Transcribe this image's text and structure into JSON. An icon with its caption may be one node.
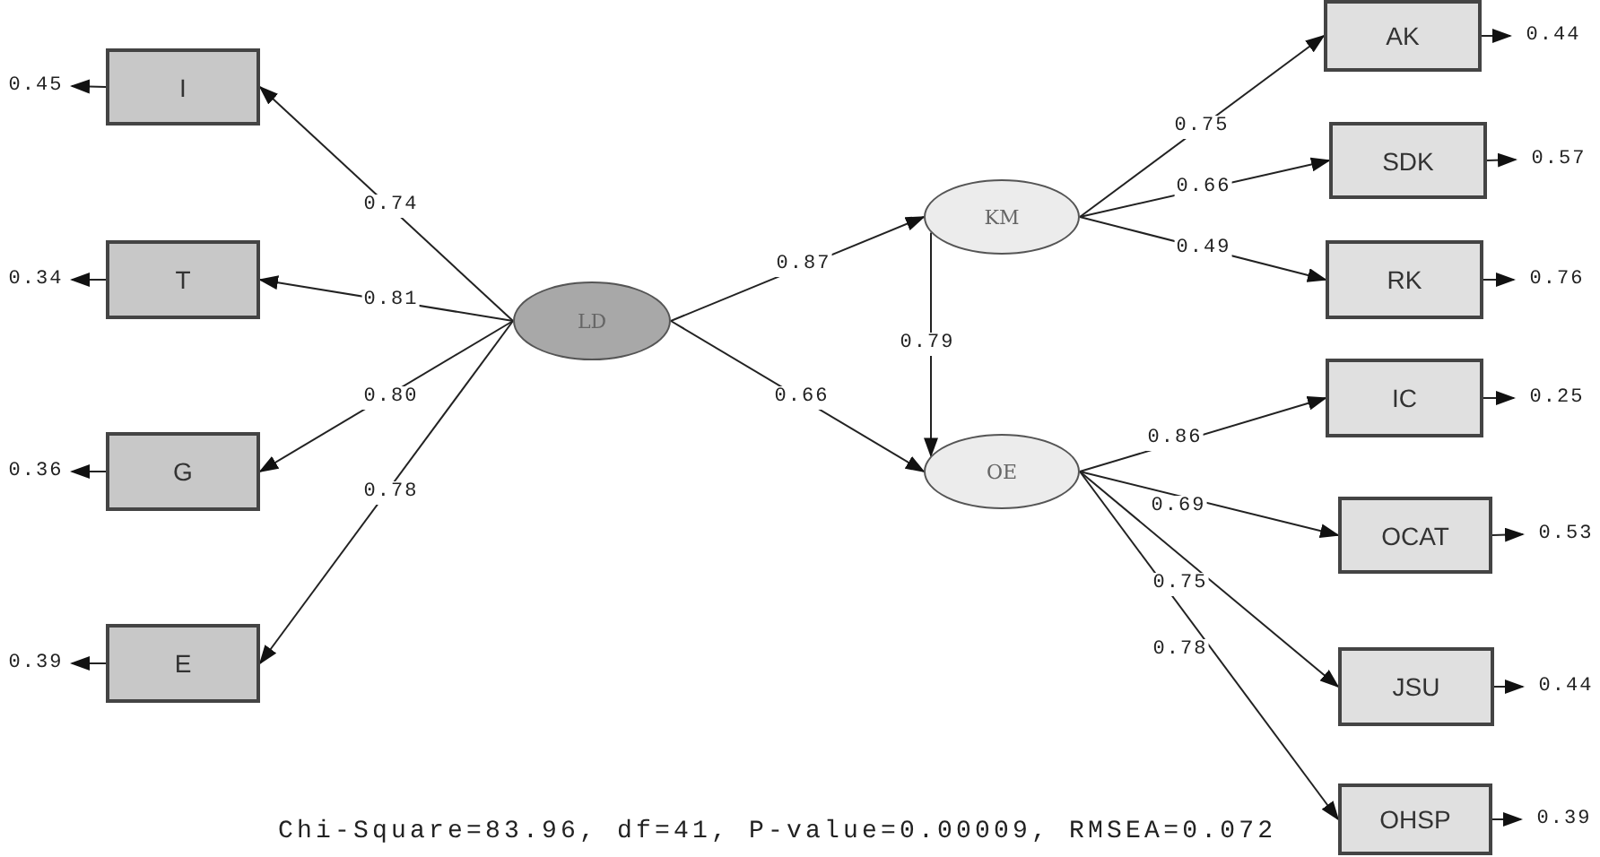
{
  "diagram": {
    "nodes": [
      {
        "text": [
          "LD"
        ]
      },
      {
        "text": [
          "KM"
        ]
      },
      {
        "text": [
          "OE"
        ]
      },
      {
        "text": [
          "I"
        ]
      },
      {
        "text": [
          "T"
        ]
      },
      {
        "text": [
          "G"
        ]
      },
      {
        "text": [
          "E"
        ]
      },
      {
        "text": [
          "AK"
        ]
      },
      {
        "text": [
          "SDK"
        ]
      },
      {
        "text": [
          "RK"
        ]
      },
      {
        "text": [
          "IC"
        ]
      },
      {
        "text": [
          "OCAT"
        ]
      },
      {
        "text": [
          "JSU"
        ]
      },
      {
        "text": [
          "OHSP"
        ]
      },
      {
        "text": [
          "0.45"
        ]
      },
      {
        "text": [
          "0.34"
        ]
      },
      {
        "text": [
          "0.36"
        ]
      },
      {
        "text": [
          "0.39"
        ]
      },
      {
        "text": [
          "0.44"
        ]
      },
      {
        "text": [
          "0.57"
        ]
      },
      {
        "text": [
          "0.76"
        ]
      },
      {
        "text": [
          "0.25"
        ]
      },
      {
        "text": [
          "0.53"
        ]
      },
      {
        "text": [
          "0.44"
        ]
      },
      {
        "text": [
          "0.39"
        ]
      }
    ],
    "edges": [
      {
        "from": 0,
        "to": 3,
        "arrow": "to",
        "label": "0.74"
      },
      {
        "from": 0,
        "to": 4,
        "arrow": "to",
        "label": "0.81"
      },
      {
        "from": 0,
        "to": 5,
        "arrow": "to",
        "label": "0.80"
      },
      {
        "from": 0,
        "to": 6,
        "arrow": "to",
        "label": "0.78"
      },
      {
        "from": 0,
        "to": 1,
        "arrow": "to",
        "label": "0.87"
      },
      {
        "from": 0,
        "to": 2,
        "arrow": "to",
        "label": "0.66"
      },
      {
        "from": 1,
        "to": 2,
        "arrow": "to",
        "label": "0.79"
      },
      {
        "from": 1,
        "to": 7,
        "arrow": "to",
        "label": "0.75"
      },
      {
        "from": 1,
        "to": 8,
        "arrow": "to",
        "label": "0.66"
      },
      {
        "from": 1,
        "to": 9,
        "arrow": "to",
        "label": "0.49"
      },
      {
        "from": 2,
        "to": 10,
        "arrow": "to",
        "label": "0.86"
      },
      {
        "from": 2,
        "to": 11,
        "arrow": "to",
        "label": "0.69"
      },
      {
        "from": 2,
        "to": 12,
        "arrow": "to",
        "label": "0.75"
      },
      {
        "from": 2,
        "to": 13,
        "arrow": "to",
        "label": "0.78"
      },
      {
        "from": 3,
        "to": 14,
        "arrow": "to"
      },
      {
        "from": 4,
        "to": 15,
        "arrow": "to"
      },
      {
        "from": 5,
        "to": 16,
        "arrow": "to"
      },
      {
        "from": 6,
        "to": 17,
        "arrow": "to"
      },
      {
        "from": 7,
        "to": 18,
        "arrow": "to"
      },
      {
        "from": 8,
        "to": 19,
        "arrow": "to"
      },
      {
        "from": 9,
        "to": 20,
        "arrow": "to"
      },
      {
        "from": 10,
        "to": 21,
        "arrow": "to"
      },
      {
        "from": 11,
        "to": 22,
        "arrow": "to"
      },
      {
        "from": 12,
        "to": 23,
        "arrow": "to"
      },
      {
        "from": 13,
        "to": 24,
        "arrow": "to"
      }
    ],
    "labels": [
      "Chi-Square=83.96, df=41, P-value=0.00009, RMSEA=0.072"
    ]
  }
}
